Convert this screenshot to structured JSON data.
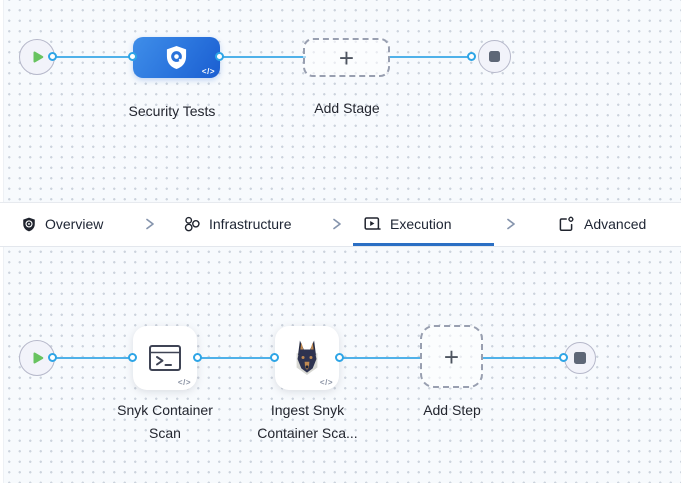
{
  "stage_row": {
    "stage": {
      "label": "Security Tests",
      "code_badge": "</>",
      "icon": "shield-scan-icon"
    },
    "add_stage": {
      "label": "Add Stage",
      "plus": "+"
    }
  },
  "tab_bar": {
    "tabs": [
      {
        "label": "Overview",
        "icon": "shield-icon",
        "active": false
      },
      {
        "label": "Infrastructure",
        "icon": "infrastructure-nodes-icon",
        "active": false
      },
      {
        "label": "Execution",
        "icon": "execution-play-icon",
        "active": true
      },
      {
        "label": "Advanced",
        "icon": "advanced-page-gear-icon",
        "active": false
      }
    ]
  },
  "step_row": {
    "steps": [
      {
        "label_line1": "Snyk Container",
        "label_line2": "Scan",
        "code_badge": "</>",
        "icon": "terminal-icon"
      },
      {
        "label_line1": "Ingest Snyk",
        "label_line2": "Container Sca...",
        "code_badge": "</>",
        "icon": "snyk-doberman-icon"
      }
    ],
    "add_step": {
      "label": "Add Step",
      "plus": "+"
    }
  },
  "colors": {
    "connector_blue": "#4FB1E9",
    "active_tab_underline": "#2B6FC4",
    "stage_gradient_start": "#3F8EE9",
    "stage_gradient_end": "#1B5ED1",
    "play_green": "#68C360",
    "stop_gray": "#5E6777"
  }
}
